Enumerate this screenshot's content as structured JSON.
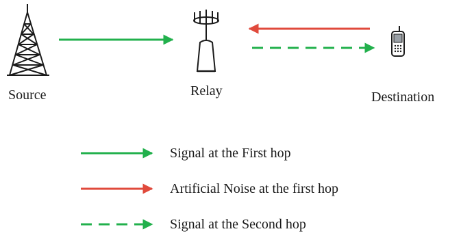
{
  "nodes": {
    "source": {
      "label": "Source",
      "icon": "transmission-tower-icon"
    },
    "relay": {
      "label": "Relay",
      "icon": "relay-antenna-icon"
    },
    "destination": {
      "label": "Destination",
      "icon": "mobile-phone-icon"
    }
  },
  "links": [
    {
      "from": "Source",
      "to": "Relay",
      "style": "solid",
      "color": "#22b04c"
    },
    {
      "from": "Destination",
      "to": "Relay",
      "style": "solid",
      "color": "#e04a3c"
    },
    {
      "from": "Relay",
      "to": "Destination",
      "style": "dashed",
      "color": "#22b04c"
    }
  ],
  "legend": [
    {
      "label": "Signal at the First hop",
      "style": "solid",
      "color": "#22b04c"
    },
    {
      "label": "Artificial Noise at the first hop",
      "style": "solid",
      "color": "#e04a3c"
    },
    {
      "label": "Signal at the Second hop",
      "style": "dashed",
      "color": "#22b04c"
    }
  ],
  "colors": {
    "signal": "#22b04c",
    "noise": "#e04a3c",
    "ink": "#1a1a1a"
  }
}
